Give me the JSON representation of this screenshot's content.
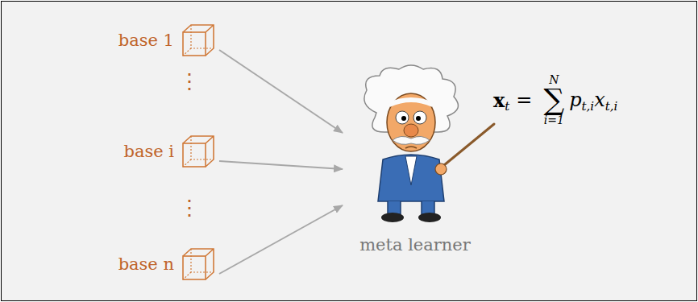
{
  "diagram": {
    "nodes": [
      {
        "text": [
          "base 1"
        ]
      },
      {
        "text": [
          "base i"
        ]
      },
      {
        "text": [
          "base n"
        ]
      },
      {
        "text": [
          "meta learner"
        ]
      }
    ],
    "edges": [
      {
        "from": 0,
        "to": 3,
        "arrow": "to"
      },
      {
        "from": 1,
        "to": 3,
        "arrow": "to"
      },
      {
        "from": 2,
        "to": 3,
        "arrow": "to"
      }
    ],
    "labels": [
      "⋮",
      "⋮",
      "x",
      "t",
      "=",
      "∑",
      "N",
      "i=1",
      "p",
      "t,i",
      "x",
      "t,i"
    ]
  }
}
